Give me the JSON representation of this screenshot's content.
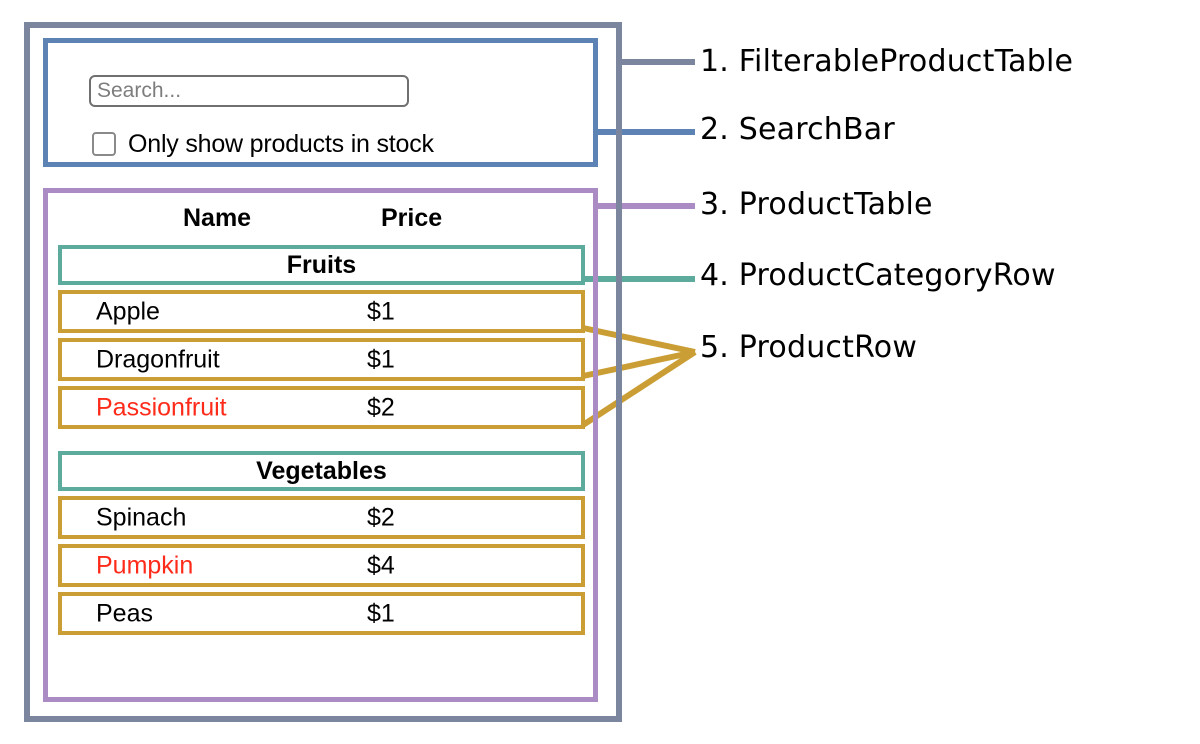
{
  "colors": {
    "outer": "#7b869e",
    "search": "#5d83b4",
    "table": "#ab8bc4",
    "category": "#5cab9d",
    "product": "#ca9e34",
    "out_of_stock_text": "#ff2b1a"
  },
  "search_bar": {
    "input_placeholder": "Search...",
    "input_value": "",
    "checkbox_label": "Only show products in stock",
    "checkbox_checked": false
  },
  "product_table": {
    "columns": [
      "Name",
      "Price"
    ],
    "sections": [
      {
        "category": "Fruits",
        "rows": [
          {
            "name": "Apple",
            "price": "$1",
            "in_stock": true
          },
          {
            "name": "Dragonfruit",
            "price": "$1",
            "in_stock": true
          },
          {
            "name": "Passionfruit",
            "price": "$2",
            "in_stock": false
          }
        ]
      },
      {
        "category": "Vegetables",
        "rows": [
          {
            "name": "Spinach",
            "price": "$2",
            "in_stock": true
          },
          {
            "name": "Pumpkin",
            "price": "$4",
            "in_stock": false
          },
          {
            "name": "Peas",
            "price": "$1",
            "in_stock": true
          }
        ]
      }
    ]
  },
  "legend": [
    {
      "number": "1.",
      "label": "FilterableProductTable",
      "text": "1. FilterableProductTable",
      "color": "#7b869e"
    },
    {
      "number": "2.",
      "label": "SearchBar",
      "text": "2. SearchBar",
      "color": "#5d83b4"
    },
    {
      "number": "3.",
      "label": "ProductTable",
      "text": "3. ProductTable",
      "color": "#ab8bc4"
    },
    {
      "number": "4.",
      "label": "ProductCategoryRow",
      "text": "4. ProductCategoryRow",
      "color": "#5cab9d"
    },
    {
      "number": "5.",
      "label": "ProductRow",
      "text": "5. ProductRow",
      "color": "#ca9e34"
    }
  ]
}
